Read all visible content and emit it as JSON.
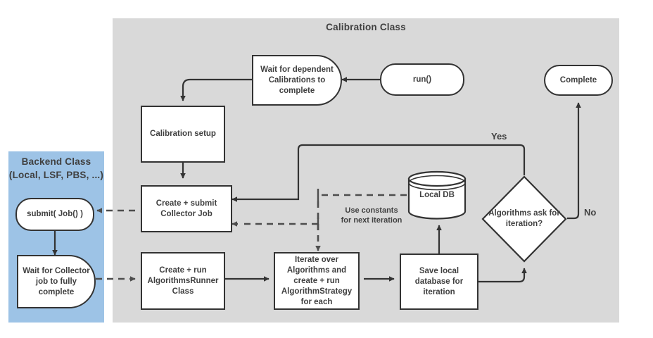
{
  "diagram": {
    "title": "Calibration Class flowchart",
    "colors": {
      "calibration_region_bg": "#d9d9d9",
      "backend_region_bg": "#9dc3e6",
      "node_fill": "#ffffff",
      "stroke": "#333333",
      "text": "#404040"
    }
  },
  "regions": {
    "calibration": {
      "title": "Calibration Class"
    },
    "backend": {
      "title_line1": "Backend Class",
      "title_line2": "(Local, LSF, PBS, ...)"
    }
  },
  "nodes": {
    "run": {
      "label": "run()",
      "shape": "stadium"
    },
    "wait_dependent": {
      "label": "Wait for dependent Calibrations to complete",
      "shape": "right-rounded"
    },
    "calibration_setup": {
      "label": "Calibration setup",
      "shape": "rect"
    },
    "create_submit_collector": {
      "label": "Create + submit Collector Job",
      "shape": "rect"
    },
    "create_run_algorithmsrunner": {
      "label": "Create + run AlgorithmsRunner Class",
      "shape": "rect"
    },
    "iterate_algorithms": {
      "label": "Iterate over Algorithms and create + run AlgorithmStrategy for each",
      "shape": "rect"
    },
    "save_local_db": {
      "label": "Save local database for iteration",
      "shape": "rect"
    },
    "local_db": {
      "label": "Local DB",
      "shape": "cylinder"
    },
    "algorithms_ask": {
      "label": "Algorithms ask for iteration?",
      "shape": "diamond"
    },
    "complete": {
      "label": "Complete",
      "shape": "stadium"
    },
    "submit_job": {
      "label": "submit( Job() )",
      "shape": "stadium"
    },
    "wait_collector": {
      "label": "Wait for Collector job to fully complete",
      "shape": "right-rounded"
    }
  },
  "edge_labels": {
    "yes": "Yes",
    "no": "No",
    "use_constants_line1": "Use constants",
    "use_constants_line2": "for next iteration"
  }
}
